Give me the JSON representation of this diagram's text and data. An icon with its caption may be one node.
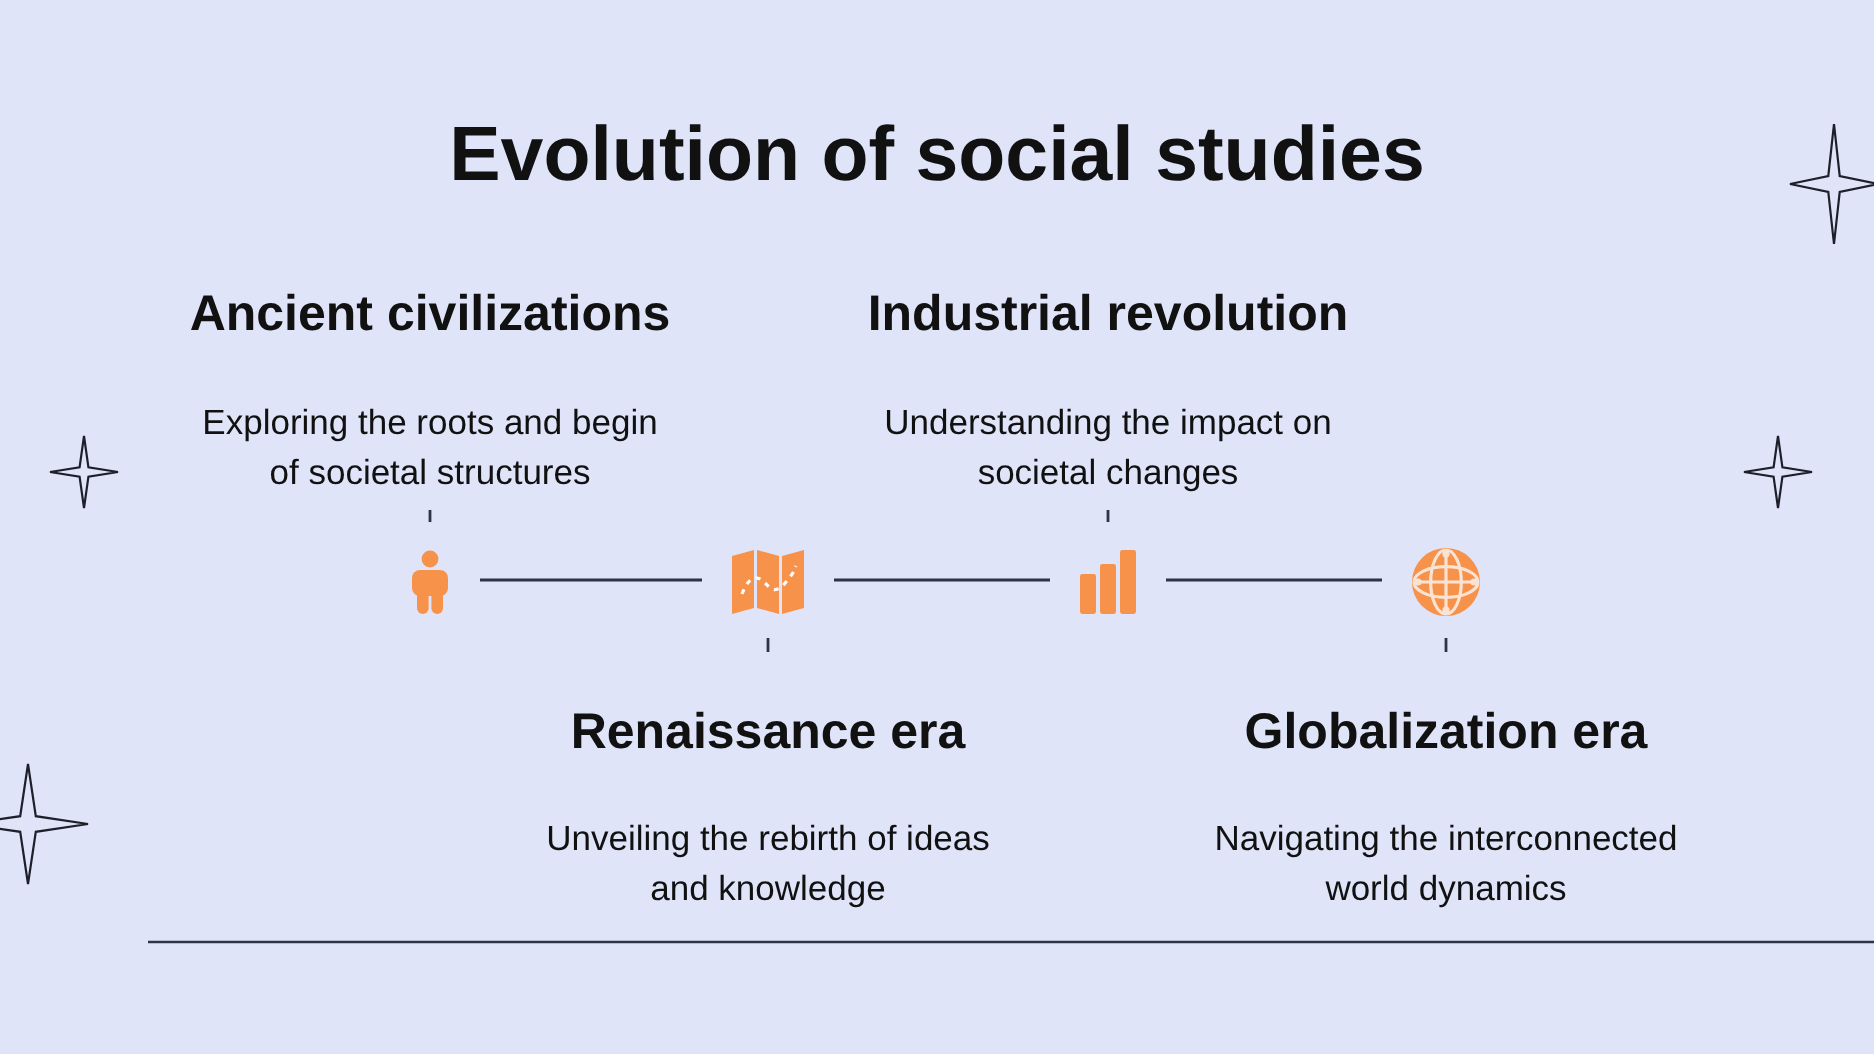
{
  "diagram": {
    "title": "Evolution of social studies",
    "nodes": [
      {
        "text": [
          "Ancient civilizations",
          "Exploring the roots and begin of societal structures"
        ]
      },
      {
        "text": [
          "Industrial revolution",
          "Understanding the impact on societal changes"
        ]
      },
      {
        "text": [],
        "shape": "person"
      },
      {
        "text": [],
        "shape": "picture"
      },
      {
        "text": [],
        "shape": "bar"
      },
      {
        "text": [],
        "shape": "picture"
      },
      {
        "text": [
          "Renaissance era",
          "Unveiling the rebirth of ideas and knowledge"
        ]
      },
      {
        "text": [
          "Globalization era",
          "Navigating the interconnected world dynamics"
        ]
      }
    ],
    "edges": [
      {
        "from": 2,
        "to": 3,
        "arrow": "none"
      },
      {
        "from": 3,
        "to": 4,
        "arrow": "none"
      },
      {
        "from": 4,
        "to": 5,
        "arrow": "none"
      }
    ]
  }
}
